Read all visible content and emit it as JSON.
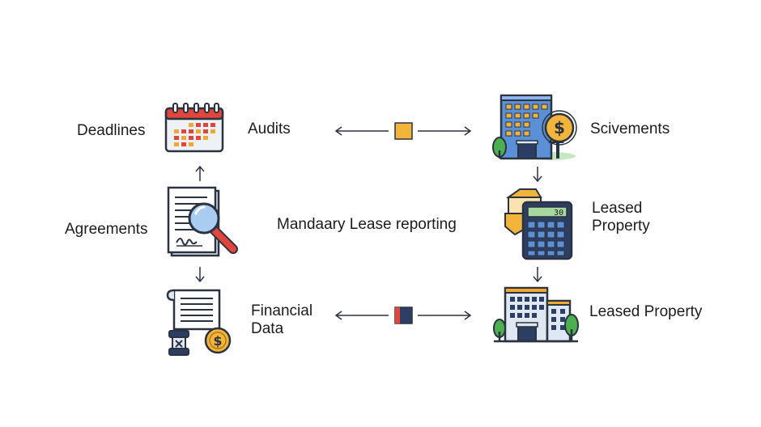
{
  "labels": {
    "deadlines": "Deadlines",
    "audits": "Audits",
    "agreements": "Agreements",
    "center": "Mandaary Lease reporting",
    "financial_data": "Financial\nData",
    "scivements": "Scivements",
    "leased_property_1": "Leased\nProperty",
    "leased_property_2": "Leased Property"
  },
  "calculator_display": "30",
  "icons": {
    "calendar": "calendar-icon",
    "document_search": "document-magnifier-icon",
    "receipt": "receipt-scroll-icon",
    "building_dollar": "building-dollar-icon",
    "calculator": "calculator-icon",
    "building": "office-building-icon"
  },
  "colors": {
    "outline": "#2b3340",
    "calendar_red": "#e0463c",
    "gold": "#f2b43a",
    "blue": "#5b8fd6",
    "navy": "#2c3e63",
    "green": "#4caf50",
    "orange": "#f0a834"
  }
}
